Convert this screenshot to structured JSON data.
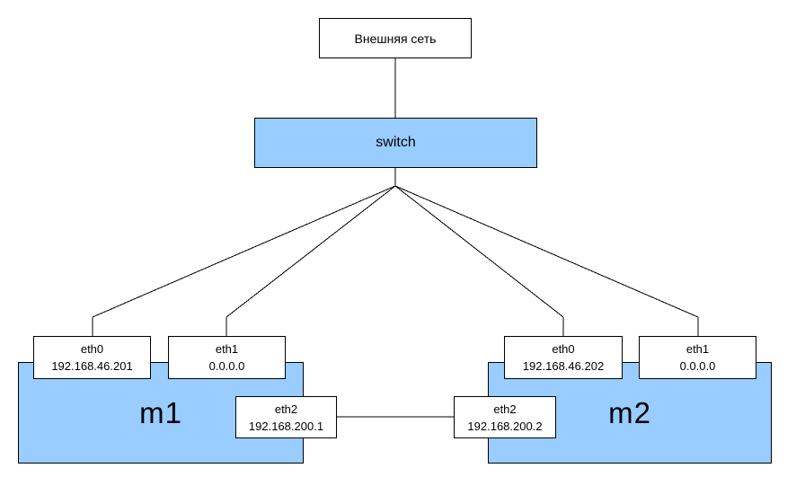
{
  "diagram": {
    "external_network": {
      "label": "Внешняя сеть"
    },
    "switch": {
      "label": "switch"
    },
    "machines": [
      {
        "label": "m1",
        "interfaces": [
          {
            "name": "eth0",
            "ip": "192.168.46.201"
          },
          {
            "name": "eth1",
            "ip": "0.0.0.0"
          },
          {
            "name": "eth2",
            "ip": "192.168.200.1"
          }
        ]
      },
      {
        "label": "m2",
        "interfaces": [
          {
            "name": "eth0",
            "ip": "192.168.46.202"
          },
          {
            "name": "eth1",
            "ip": "0.0.0.0"
          },
          {
            "name": "eth2",
            "ip": "192.168.200.2"
          }
        ]
      }
    ],
    "colors": {
      "node_fill": "#99ccff",
      "interface_fill": "#ffffff",
      "border": "#000000",
      "background": "#ffffff",
      "text": "#000000"
    }
  }
}
